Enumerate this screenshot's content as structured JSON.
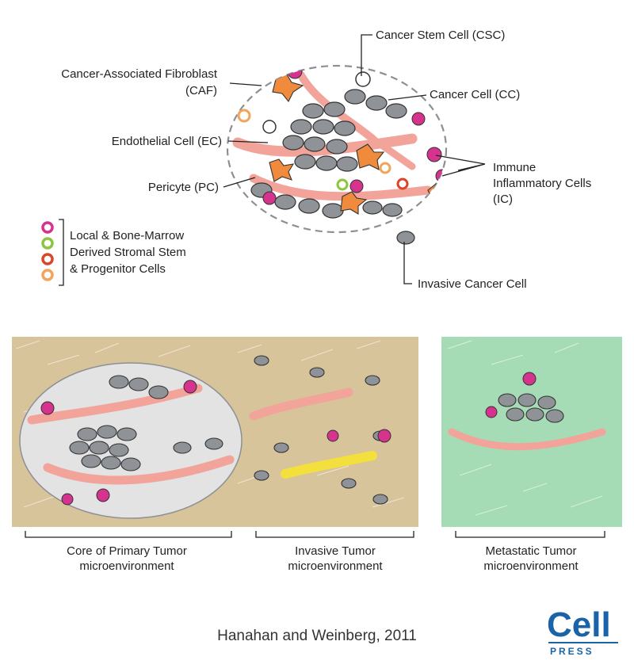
{
  "labels": {
    "csc": "Cancer Stem Cell (CSC)",
    "caf_line1": "Cancer-Associated Fibroblast",
    "caf_line2": "(CAF)",
    "cc": "Cancer Cell (CC)",
    "ec": "Endothelial Cell (EC)",
    "pc": "Pericyte (PC)",
    "ic_line1": "Immune",
    "ic_line2": "Inflammatory Cells",
    "ic_line3": "(IC)",
    "stromal_line1": "Local & Bone-Marrow",
    "stromal_line2": "Derived Stromal Stem",
    "stromal_line3": "& Progenitor Cells",
    "invasive_cell": "Invasive Cancer Cell"
  },
  "panels": {
    "core_line1": "Core of Primary Tumor",
    "core_line2": "microenvironment",
    "invasive_line1": "Invasive Tumor",
    "invasive_line2": "microenvironment",
    "metastatic_line1": "Metastatic Tumor",
    "metastatic_line2": "microenvironment"
  },
  "citation": "Hanahan and Weinberg, 2011",
  "logo": {
    "word": "Cell",
    "sub": "PRESS"
  },
  "colors": {
    "cancer_cell": "#8f9296",
    "immune_cell": "#d6338f",
    "fibroblast": "#f08a3c",
    "endothelial": "#f2a39a",
    "stroma_tan": "#d8c49a",
    "stroma_green": "#a6dcb5",
    "stem_cell_green": "#8cc63f",
    "stem_cell_red": "#d9472b",
    "stem_cell_orange": "#f3a45a",
    "logo_blue": "#1a63a8"
  }
}
